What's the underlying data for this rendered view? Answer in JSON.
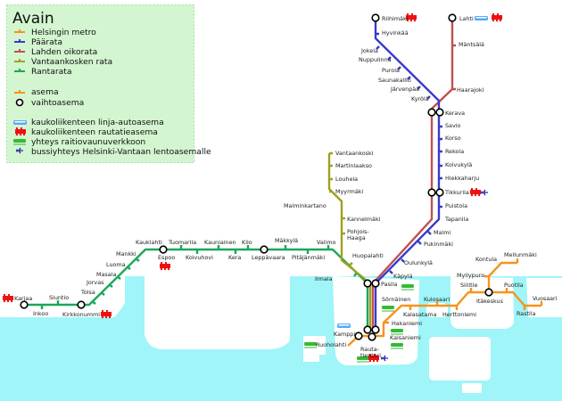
{
  "legend": {
    "title": "Avain",
    "lines": [
      {
        "label": "Helsingin metro",
        "color": "#f7931e"
      },
      {
        "label": "Päärata",
        "color": "#3a3acc"
      },
      {
        "label": "Lahden oikorata",
        "color": "#c05050"
      },
      {
        "label": "Vantaankosken rata",
        "color": "#a0a020"
      },
      {
        "label": "Rantarata",
        "color": "#1aa85a"
      }
    ],
    "station": "asema",
    "interchange": "vaihtoasema",
    "bus_station": "kaukoliikenteen linja-autoasema",
    "rail_station": "kaukoliikenteen rautatieasema",
    "tram": "yhteys raitiovaunuverkkoon",
    "airport_bus": "bussiyhteys Helsinki-Vantaan lentoasemalle"
  },
  "rantarata": [
    "Karjaa",
    "Inkoo",
    "Siuntio",
    "Kirkkonummi",
    "Tolsa",
    "Jorvas",
    "Masala",
    "Luoma",
    "Mankki",
    "Kauklahti",
    "Espoo",
    "Tuomarila",
    "Koivuhovi",
    "Kauniainen",
    "Kera",
    "Kilo",
    "Leppävaara",
    "Mäkkylä",
    "Pitäjänmäki",
    "Valimo",
    "Huopalahti",
    "Ilmala",
    "Pasila"
  ],
  "vantaankoski": [
    "Vantaankoski",
    "Martinlaakso",
    "Louhela",
    "Myyrmäki",
    "Malminkartano",
    "Kannelmäki",
    "Pohjois-",
    "Haaga"
  ],
  "paarata": [
    "Riihimäki",
    "Hyvinkää",
    "Jokela",
    "Nuppulinna",
    "Purola",
    "Saunakallio",
    "Järvenpää",
    "Kyrölä",
    "Kerava",
    "Savio",
    "Korso",
    "Rekola",
    "Koivukylä",
    "Hiekkaharju",
    "Tikkurila",
    "Puistola",
    "Tapanila",
    "Malmi",
    "Pukinmäki",
    "Oulunkylä",
    "Käpylä"
  ],
  "oikorata": [
    "Lahti",
    "Mäntsälä",
    "Haarajoki"
  ],
  "metro": [
    "Ruoholahti",
    "Kamppi",
    "Rauta-",
    "tientori",
    "Kaisaniemi",
    "Hakaniemi",
    "Sörnäinen",
    "Kalasatama",
    "Kulosaari",
    "Herttoniemi",
    "Siilitie",
    "Myllypuro",
    "Itäkeskus",
    "Kontula",
    "Mellunmäki",
    "Puotila",
    "Rastila",
    "Vuosaari"
  ],
  "colors": {
    "water": "#9ff5f8",
    "legend_bg": "#d3f5d0",
    "train": "#ee1111",
    "bus": "#55aaff",
    "tram": "#33bb33"
  }
}
